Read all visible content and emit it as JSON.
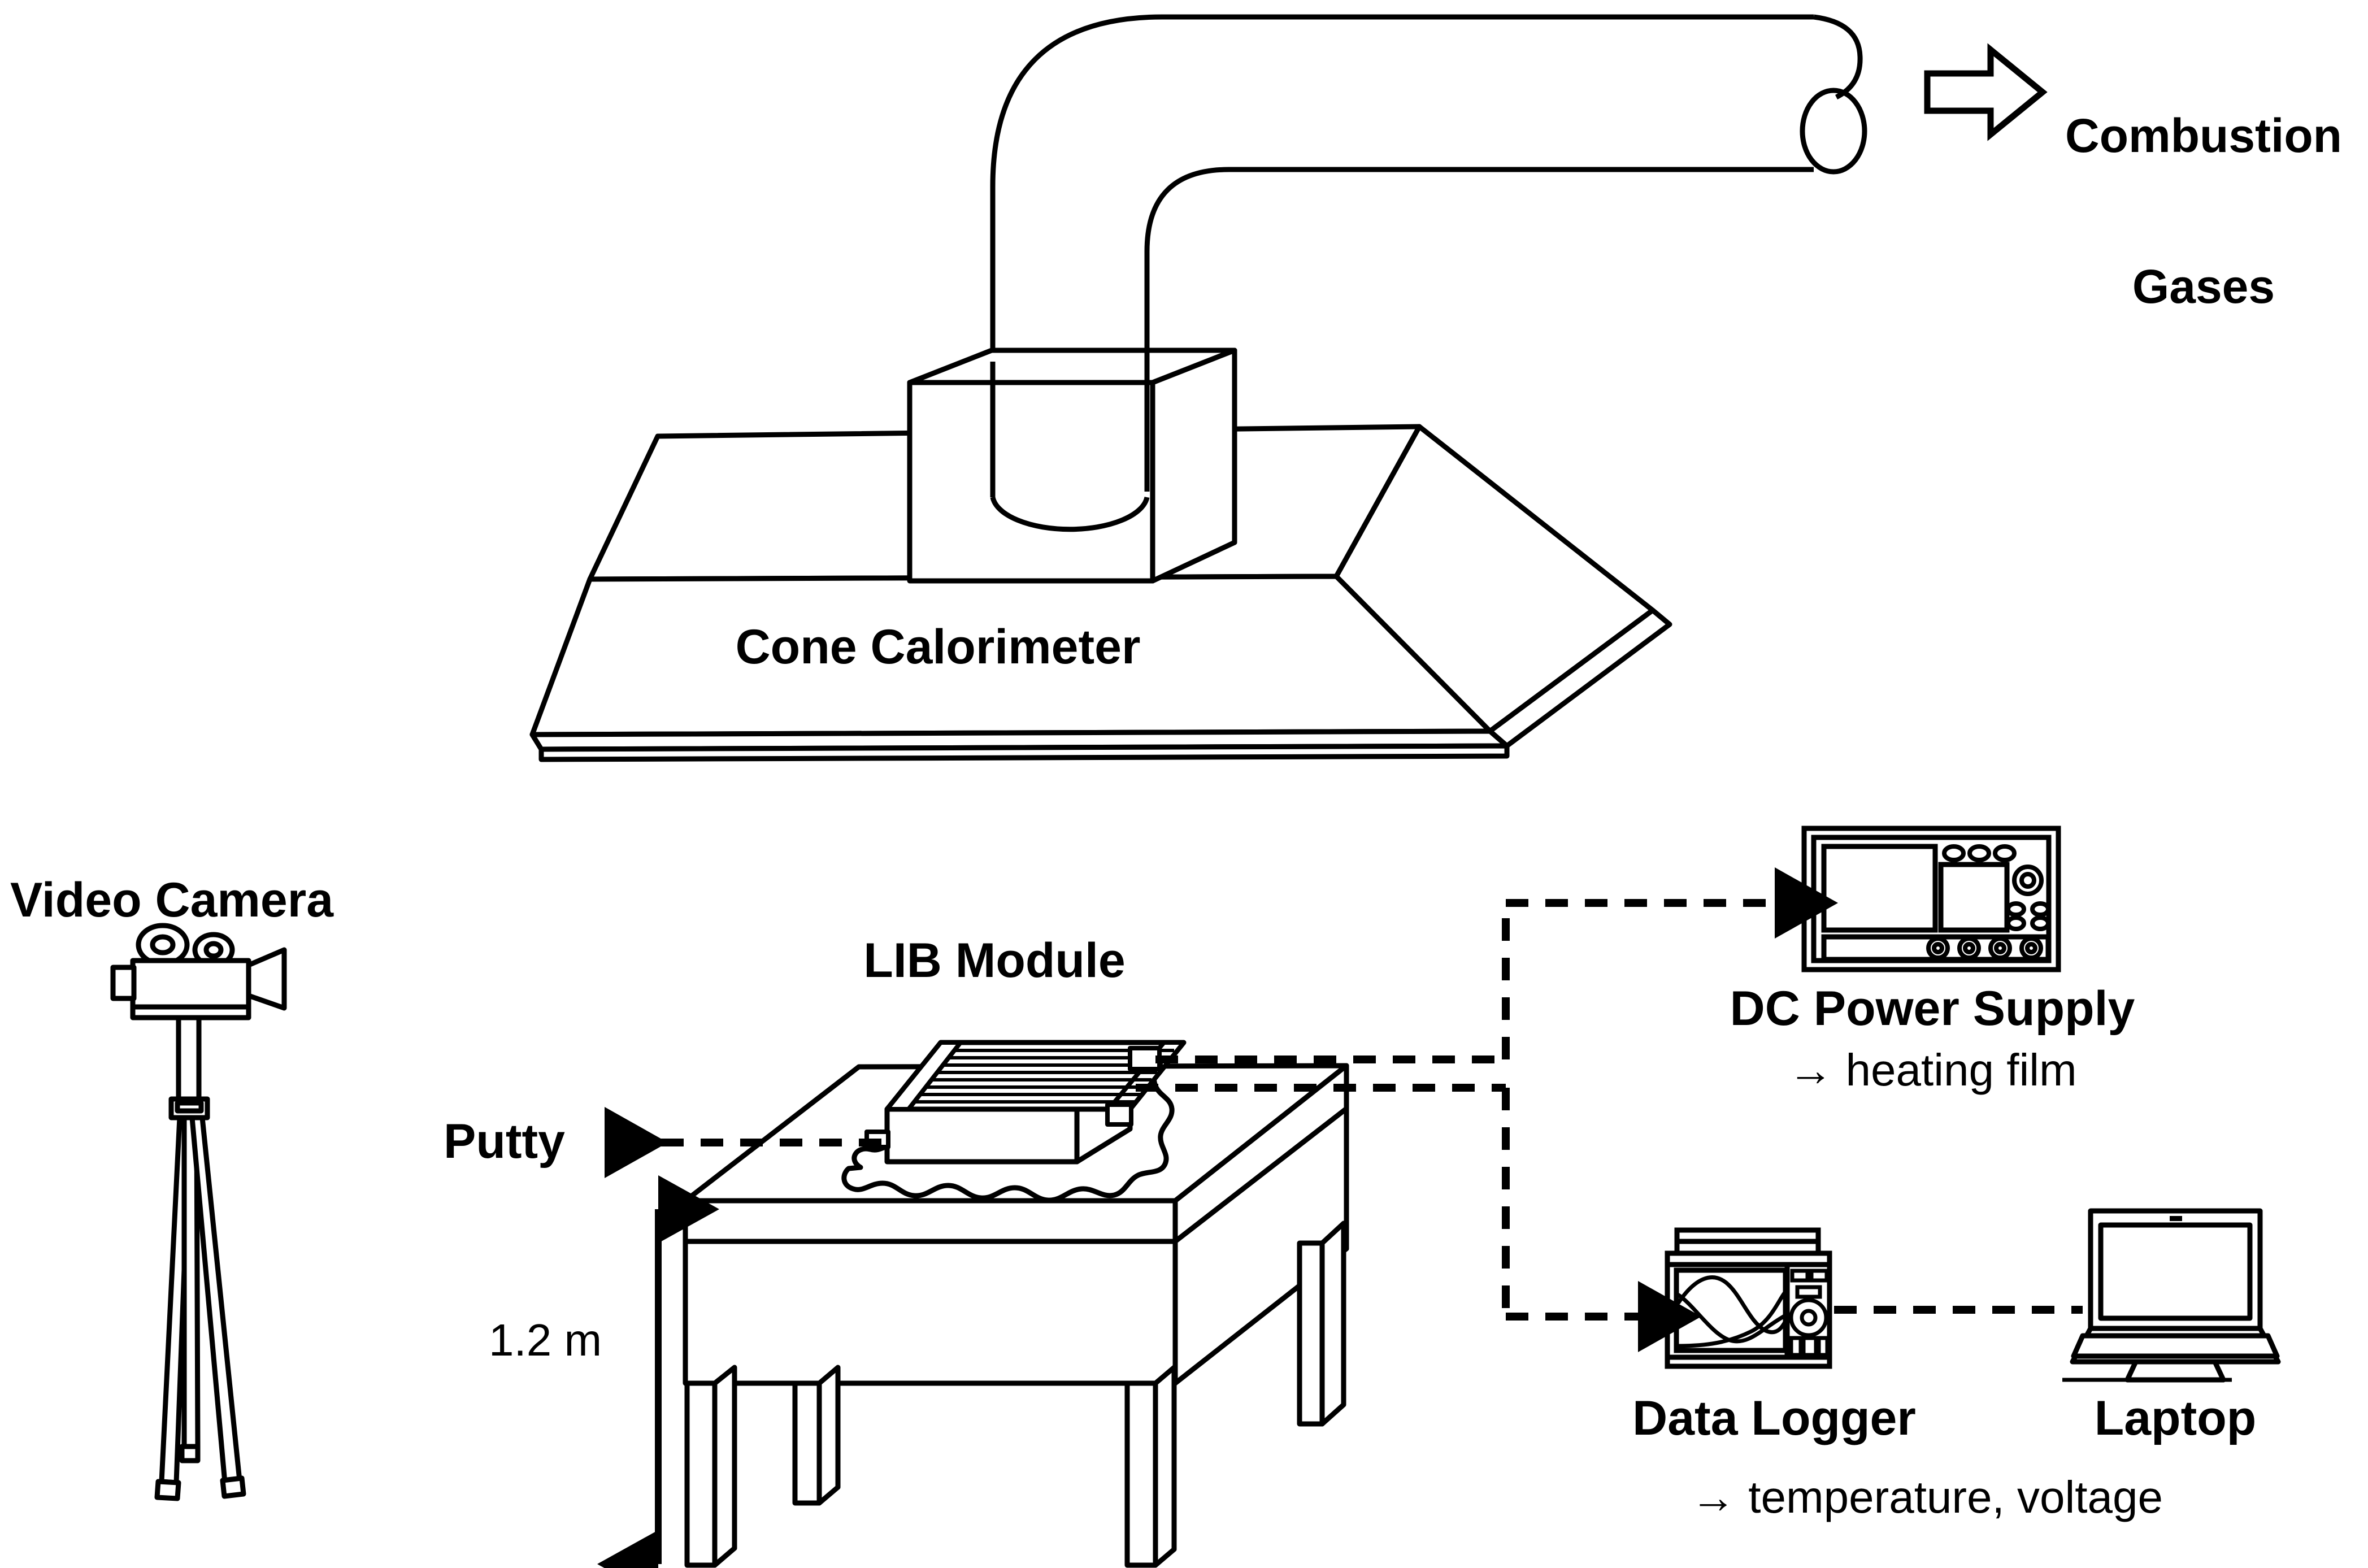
{
  "figure": {
    "title": "Cone calorimeter test setup for a lithium-ion battery module",
    "background_color": "#ffffff",
    "line_color": "#000000"
  },
  "labels": {
    "combustion_gases": "Combustion\nGases",
    "combustion_gases_line1": "Combustion",
    "combustion_gases_line2": "Gases",
    "cone_calorimeter": "Cone Calorimeter",
    "video_camera": "Video Camera",
    "lib_module": "LIB Module",
    "putty": "Putty",
    "height_dimension": "1.2 m",
    "dc_power_supply": "DC Power Supply",
    "dc_power_supply_detail": "→ heating film",
    "data_logger": "Data Logger",
    "data_logger_detail": "→ temperature, voltage",
    "laptop": "Laptop"
  },
  "equipment": [
    {
      "name": "cone-calorimeter-hood",
      "label": "Cone Calorimeter"
    },
    {
      "name": "exhaust-duct",
      "label": ""
    },
    {
      "name": "video-camera",
      "label": "Video Camera"
    },
    {
      "name": "lib-module",
      "label": "LIB Module"
    },
    {
      "name": "putty",
      "label": "Putty"
    },
    {
      "name": "test-table",
      "label": ""
    },
    {
      "name": "dc-power-supply",
      "label": "DC Power Supply"
    },
    {
      "name": "data-logger",
      "label": "Data Logger"
    },
    {
      "name": "laptop",
      "label": "Laptop"
    }
  ],
  "connections": [
    {
      "from": "lib-module",
      "to": "dc-power-supply",
      "style": "dashed",
      "arrow": true
    },
    {
      "from": "lib-module",
      "to": "data-logger",
      "style": "dashed",
      "arrow": true
    },
    {
      "from": "data-logger",
      "to": "laptop",
      "style": "dashed",
      "arrow": false
    },
    {
      "from": "putty-callout",
      "to": "putty",
      "style": "dashed",
      "arrow": true
    }
  ],
  "annotations": {
    "gas_flow_arrow": "hollow-right-arrow",
    "height_arrow": "double-headed-vertical-arrow",
    "height_value": "1.2 m"
  }
}
